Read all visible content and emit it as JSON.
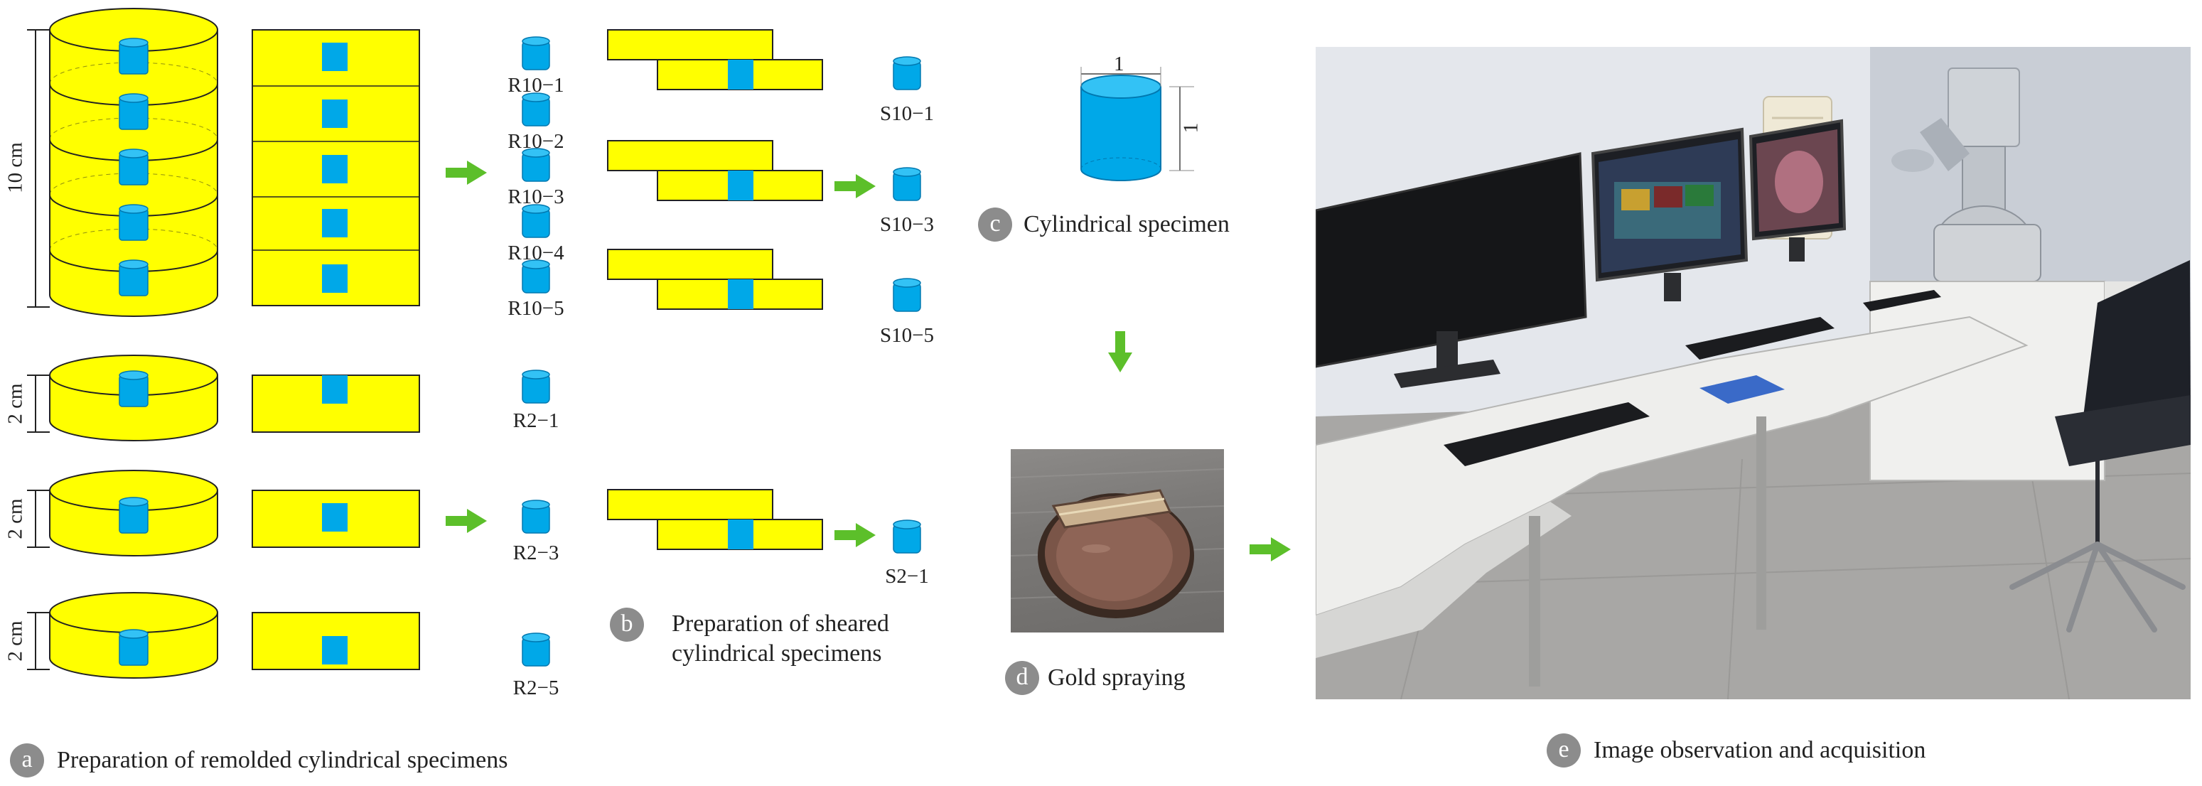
{
  "panel_a": {
    "badge": "a",
    "caption": "Preparation of remolded cylindrical specimens",
    "height_10cm": "10 cm",
    "height_2cm": "2 cm",
    "specimens_r10": [
      "R10−1",
      "R10−2",
      "R10−3",
      "R10−4",
      "R10−5"
    ],
    "specimens_r2": [
      "R2−1",
      "R2−3",
      "R2−5"
    ]
  },
  "panel_b": {
    "badge": "b",
    "caption_line1": "Preparation of sheared",
    "caption_line2": "cylindrical specimens",
    "specimens": [
      "S10−1",
      "S10−3",
      "S10−5",
      "S2−1"
    ]
  },
  "panel_c": {
    "badge": "c",
    "caption": "Cylindrical specimen",
    "diameter_label": "1",
    "height_label": "1"
  },
  "panel_d": {
    "badge": "d",
    "caption": "Gold spraying"
  },
  "panel_e": {
    "badge": "e",
    "caption": "Image observation and acquisition"
  },
  "colors": {
    "soil_yellow": "#ffff00",
    "specimen_blue": "#00a8e8",
    "arrow_green": "#5cbf2a",
    "badge_gray": "#8c8c8c"
  }
}
